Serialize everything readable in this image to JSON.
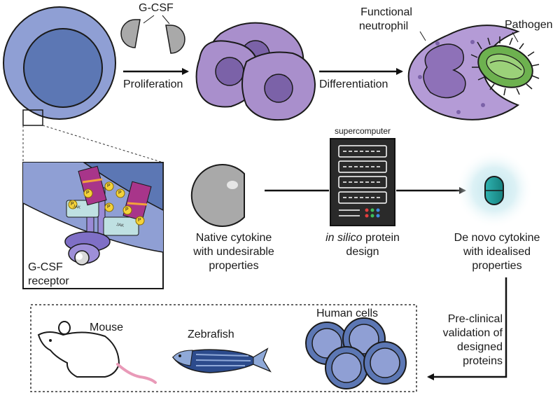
{
  "labels": {
    "gcsf": "G-CSF",
    "proliferation": "Proliferation",
    "differentiation": "Differentiation",
    "functional_neutrophil_1": "Functional",
    "functional_neutrophil_2": "neutrophil",
    "pathogen": "Pathogen",
    "supercomputer": "supercomputer",
    "native_1": "Native cytokine",
    "native_2": "with undesirable",
    "native_3": "properties",
    "insilico_italic": "in silico",
    "insilico_rest": " protein",
    "insilico_2": "design",
    "denovo_1": "De novo cytokine",
    "denovo_2": "with idealised",
    "denovo_3": "properties",
    "receptor_1": "G-CSF",
    "receptor_2": "receptor",
    "jak": "JAK",
    "phospho": "P",
    "preclinical_1": "Pre-clinical",
    "preclinical_2": "validation of",
    "preclinical_3": "designed",
    "preclinical_4": "proteins",
    "mouse": "Mouse",
    "zebrafish": "Zebrafish",
    "human_cells": "Human cells"
  },
  "colors": {
    "stem_cell_outer": "#8F9FD4",
    "stem_cell_inner": "#5C77B4",
    "purple_cell": "#A98FCC",
    "purple_nucleus": "#7B62A8",
    "neutrophil": "#B49BD6",
    "pathogen_green": "#6DB14F",
    "gcsf_grey": "#A9A9A9",
    "denovo_teal": "#1E9C9A",
    "glow": "#BFE4EC",
    "zebrafish_blue": "#2C4B8C",
    "human_cell": "#5C77B4"
  }
}
